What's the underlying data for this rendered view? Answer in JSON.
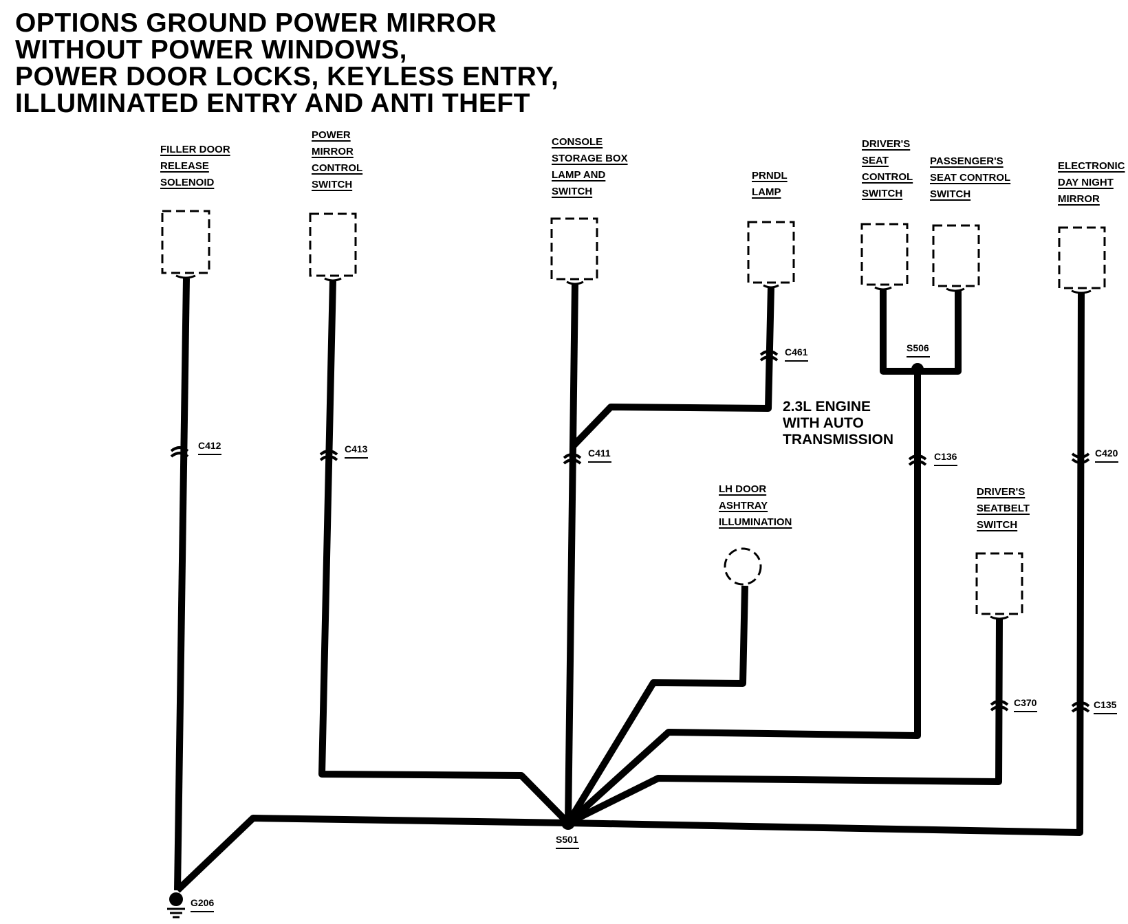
{
  "title_lines": [
    "OPTIONS GROUND POWER MIRROR",
    "WITHOUT POWER WINDOWS,",
    "POWER DOOR LOCKS, KEYLESS ENTRY,",
    "ILLUMINATED ENTRY AND ANTI THEFT"
  ],
  "components": {
    "filler_door": [
      "FILLER DOOR",
      "RELEASE",
      "SOLENOID"
    ],
    "power_mirror": [
      "POWER",
      "MIRROR",
      "CONTROL",
      "SWITCH"
    ],
    "console": [
      "CONSOLE",
      "STORAGE BOX",
      "LAMP AND",
      "SWITCH"
    ],
    "prndl": [
      "PRNDL",
      "LAMP"
    ],
    "drivers_seat": [
      "DRIVER'S",
      "SEAT",
      "CONTROL",
      "SWITCH"
    ],
    "passengers_seat": [
      "PASSENGER'S",
      "SEAT CONTROL",
      "SWITCH"
    ],
    "electronic_mirror": [
      "ELECTRONIC",
      "DAY NIGHT",
      "MIRROR"
    ],
    "lh_door": [
      "LH DOOR",
      "ASHTRAY",
      "ILLUMINATION"
    ],
    "seatbelt": [
      "DRIVER'S",
      "SEATBELT",
      "SWITCH"
    ]
  },
  "engine_note": [
    "2.3L ENGINE",
    "WITH AUTO",
    "TRANSMISSION"
  ],
  "connectors": {
    "c412": "C412",
    "c413": "C413",
    "c411": "C411",
    "c461": "C461",
    "c136": "C136",
    "c420": "C420",
    "c370": "C370",
    "c135": "C135"
  },
  "splices": {
    "s506": "S506",
    "s501": "S501"
  },
  "ground": "G206",
  "colors": {
    "wire": "#000000",
    "background": "#ffffff"
  }
}
